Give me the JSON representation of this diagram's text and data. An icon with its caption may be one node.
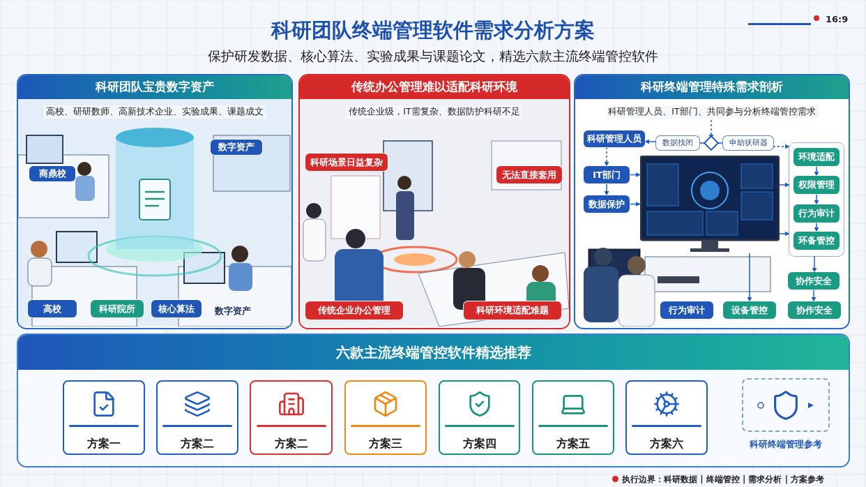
{
  "diagram": {
    "title": "科研团队终端管理软件需求分析方案",
    "nodes": [
      {
        "text": [
          "科研团队宝贵数字资产",
          "高校、研研数师、高新技术企业、实验成果、课题成文"
        ]
      },
      {
        "text": [
          "商鼎校"
        ],
        "in": 0
      },
      {
        "text": [
          "数字资产"
        ],
        "in": 0
      },
      {
        "text": [
          "高校"
        ],
        "in": 0
      },
      {
        "text": [
          "科研院所"
        ],
        "in": 0
      },
      {
        "text": [
          "核心算法"
        ],
        "in": 0
      },
      {
        "text": [
          "传统办公管理难以适配科研环境",
          "传统企业级，IT需复杂、数据防护科研不足"
        ]
      },
      {
        "text": [
          "科研场景日益复杂"
        ],
        "in": 6
      },
      {
        "text": [
          "无法直接套用"
        ],
        "in": 6
      },
      {
        "text": [
          "传统企业办公管理"
        ],
        "in": 6
      },
      {
        "text": [
          "科研环境适配难题"
        ],
        "in": 6
      },
      {
        "text": [
          "科研终端管理特殊需求剖析",
          "科研管理人员、IT部门、共同参与分析终端管控需求"
        ]
      },
      {
        "text": [
          "科研管理人员"
        ],
        "in": 11
      },
      {
        "text": [
          "IT部门"
        ],
        "in": 11
      },
      {
        "text": [
          "数据保护"
        ],
        "in": 11
      },
      {
        "text": [
          "数据找闭"
        ],
        "in": 11
      },
      {
        "text": [],
        "shape": "diamond",
        "in": 11
      },
      {
        "text": [
          "申助状研器"
        ],
        "in": 11
      },
      {
        "text": [],
        "shape": "picture",
        "in": 11
      },
      {
        "text": [],
        "shape": "box",
        "in": 11
      },
      {
        "text": [
          "环境适配"
        ],
        "in": 19
      },
      {
        "text": [
          "权限管理"
        ],
        "in": 19
      },
      {
        "text": [
          "行为审计"
        ],
        "in": 19
      },
      {
        "text": [
          "环备管控"
        ],
        "in": 19
      },
      {
        "text": [
          "协作安全"
        ],
        "in": 11
      },
      {
        "text": [
          "协作安全"
        ],
        "in": 11
      },
      {
        "text": [
          "行为审计"
        ],
        "in": 11
      },
      {
        "text": [
          "设备管控"
        ],
        "in": 11
      },
      {
        "text": [
          "六款主流终端管控软件精选推荐"
        ]
      },
      {
        "text": [
          "方案一"
        ],
        "in": 28
      },
      {
        "text": [
          "方案二"
        ],
        "in": 28
      },
      {
        "text": [
          "方案二"
        ],
        "in": 28
      },
      {
        "text": [
          "方案三"
        ],
        "in": 28
      },
      {
        "text": [
          "方案四"
        ],
        "in": 28
      },
      {
        "text": [
          "方案五"
        ],
        "in": 28
      },
      {
        "text": [
          "方案六"
        ],
        "in": 28
      },
      {
        "text": [
          "科研终端管理参考"
        ],
        "in": 28
      }
    ],
    "edges": [
      {
        "from": 15,
        "to": 12,
        "arrow": "to"
      },
      {
        "from": 12,
        "to": 13,
        "arrow": "to",
        "style": "dashed"
      },
      {
        "from": 13,
        "to": 14,
        "arrow": "to"
      },
      {
        "from": 13,
        "to": 18,
        "arrow": "to"
      },
      {
        "from": 14,
        "to": 18,
        "arrow": "to"
      },
      {
        "from": null,
        "to": 16,
        "arrow": "to",
        "style": "dashed"
      },
      {
        "from": 15,
        "to": 16,
        "arrow": "none"
      },
      {
        "from": 16,
        "to": 17,
        "arrow": "none"
      },
      {
        "from": 17,
        "to": 19,
        "arrow": "to",
        "style": "dashed"
      },
      {
        "from": 18,
        "to": 19,
        "arrow": "to"
      },
      {
        "from": 18,
        "to": 19,
        "arrow": "to"
      },
      {
        "from": 20,
        "to": 21,
        "arrow": "to"
      },
      {
        "from": 21,
        "to": 22,
        "arrow": "to"
      },
      {
        "from": 22,
        "to": 23,
        "arrow": "to"
      },
      {
        "from": 19,
        "to": 24,
        "arrow": "to"
      },
      {
        "from": 24,
        "to": 25,
        "arrow": "to"
      },
      {
        "from": 18,
        "to": 27,
        "arrow": "to"
      }
    ],
    "labels": [
      "保护研发数据、核心算法、实验成果与课题论文，精选六款主流终端管控软件",
      "16:9",
      "数字资产",
      "执行边界：科研数据 | 终端管控 | 需求分析 | 方案参考"
    ]
  }
}
